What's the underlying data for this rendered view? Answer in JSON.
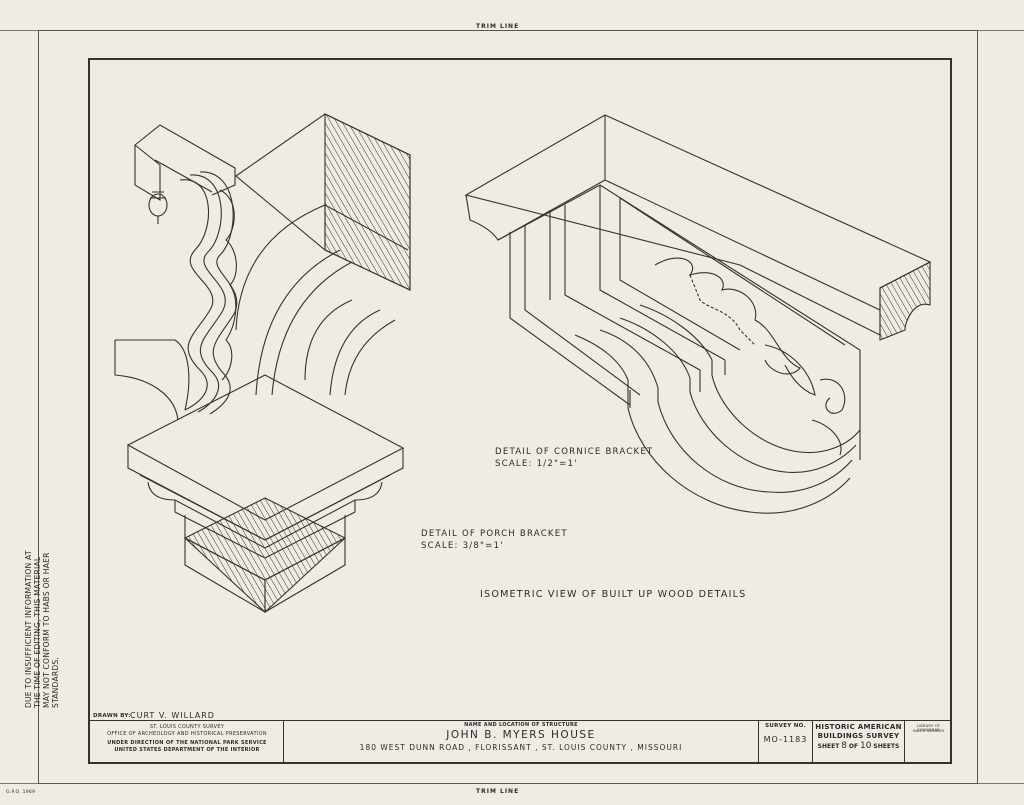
{
  "sheet": {
    "trim_top": "TRIM LINE",
    "trim_bottom": "TRIM LINE",
    "side_note": "DUE TO INSUFFICIENT INFORMATION AT THE TIME OF EDITING, THIS MATERIAL MAY NOT CONFORM TO HABS OR HAER STANDARDS.",
    "print_mark": "G.P.O. 1969"
  },
  "drawing": {
    "cornice_label": "DETAIL OF CORNICE BRACKET",
    "cornice_scale": "SCALE: 1/2\"=1'",
    "porch_label": "DETAIL OF PORCH BRACKET",
    "porch_scale": "SCALE: 3/8\"=1'",
    "view_title": "ISOMETRIC VIEW OF BUILT UP WOOD DETAILS"
  },
  "title_block": {
    "drawn_by_label": "DRAWN BY:",
    "drawn_by": "CURT V. WILLARD",
    "agency_line1": "ST. LOUIS COUNTY SURVEY",
    "agency_line2": "OFFICE OF ARCHEOLOGY AND HISTORICAL PRESERVATION",
    "agency_line3": "UNDER DIRECTION OF THE NATIONAL PARK SERVICE",
    "agency_line4": "UNITED STATES DEPARTMENT OF THE INTERIOR",
    "structure_caption": "NAME AND LOCATION OF STRUCTURE",
    "structure_name": "JOHN B. MYERS HOUSE",
    "structure_address": "180 WEST DUNN ROAD , FLORISSANT , ST. LOUIS COUNTY , MISSOURI",
    "survey_no_label": "SURVEY NO.",
    "survey_no": "MO-1183",
    "habs_line1": "HISTORIC AMERICAN",
    "habs_line2": "BUILDINGS SURVEY",
    "sheet_text": "SHEET",
    "sheet_num": "8",
    "of_text": "OF",
    "sheet_total": "10",
    "sheets_text": "SHEETS",
    "loc_line1": "LIBRARY OF CONGRESS",
    "loc_line2": "INDEX NUMBER"
  }
}
